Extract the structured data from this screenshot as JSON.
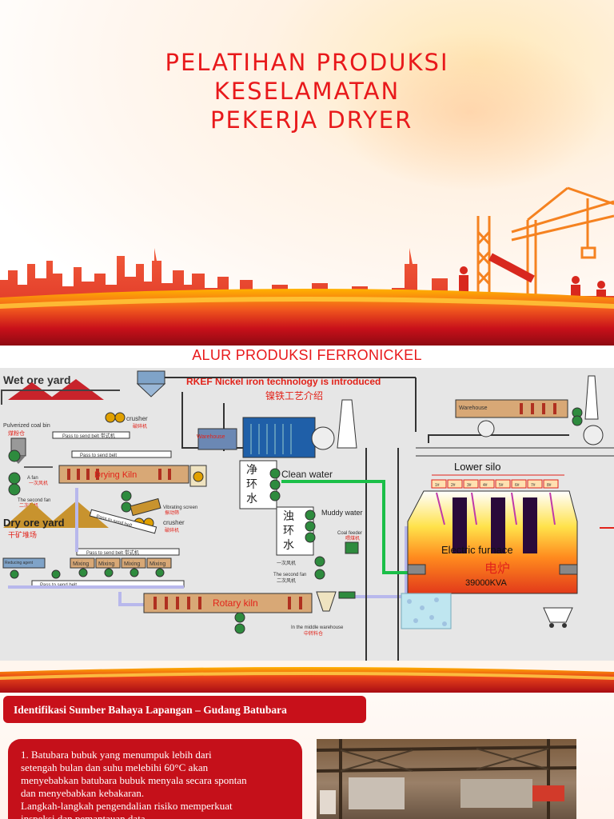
{
  "slide1": {
    "title_lines": [
      "PELATIHAN PRODUKSI",
      "KESELAMATAN",
      " PEKERJA DRYER"
    ]
  },
  "slide2": {
    "title": "ALUR PRODUKSI FERRONICKEL",
    "diagram": {
      "header_en": "RKEF Nickel iron technology is introduced",
      "header_cn": "镍铁工艺介绍",
      "wet_ore_yard": "Wet ore yard",
      "dry_ore_yard": "Dry ore yard",
      "dry_ore_yard_cn": "干矿堆场",
      "pulverized_coal_bin": "Pulverized coal bin",
      "pulverized_coal_bin_cn": "煤粉仓",
      "crusher_top": "crusher",
      "crusher_top_cn": "破碎机",
      "pass_to_belt_1": "Pass to send belt 带式机",
      "pass_to_belt_2": "Pass to send belt",
      "a_fan": "A fan",
      "a_fan_cn": "一次风机",
      "second_fan": "The second fan",
      "second_fan_cn": "二次风机",
      "drying_kiln": "Drying Kiln",
      "vibrating_screen": "Vibrating screen",
      "vibrating_screen_cn": "振动筛",
      "crusher_mid": "crusher",
      "crusher_mid_cn": "破碎机",
      "pass_to_belt_3": "Pass to send belt",
      "pass_to_belt_4": "Pass to send belt 带式机",
      "mixing_labels": [
        "Mixing",
        "Mixing",
        "Mixing",
        "Mixing"
      ],
      "pass_to_belt_5": "Pass to send belt",
      "reducing_agent": "Reducing agent",
      "rotary_kiln": "Rotary kiln",
      "middle_warehouse": "In the middle warehouse",
      "middle_warehouse_cn": "中转料仓",
      "warehouse_left": "Warehouse",
      "warehouse_right": "Warehouse",
      "clean_water": "Clean water",
      "clean_water_cn": [
        "净",
        "环",
        "水"
      ],
      "muddy_water": "Muddy water",
      "muddy_water_cn": [
        "浊",
        "环",
        "水"
      ],
      "coal_feeder": "Coal feeder",
      "coal_feeder_cn": "喂煤机",
      "fan_cn_1": "一次风机",
      "fan_cn_2": "二次风机",
      "lower_silo": "Lower silo",
      "electric_furnace": "Electric furnace",
      "electric_furnace_cn": "电炉",
      "capacity": "39000KVA",
      "silo_slots": [
        "1#",
        "2#",
        "3#",
        "4#",
        "5#",
        "6#",
        "7#",
        "8#"
      ]
    }
  },
  "slide3": {
    "header": "Identifikasi Sumber Bahaya Lapangan – Gudang Batubara",
    "body_lines": [
      "1. Batubara bubuk yang menumpuk lebih dari",
      "setengah bulan dan suhu melebihi 60°C akan",
      "menyebabkan batubara bubuk menyala secara spontan",
      "dan menyebabkan kebakaran.",
      "Langkah-langkah pengendalian risiko memperkuat",
      "inspeksi dan pemantauan data."
    ]
  }
}
